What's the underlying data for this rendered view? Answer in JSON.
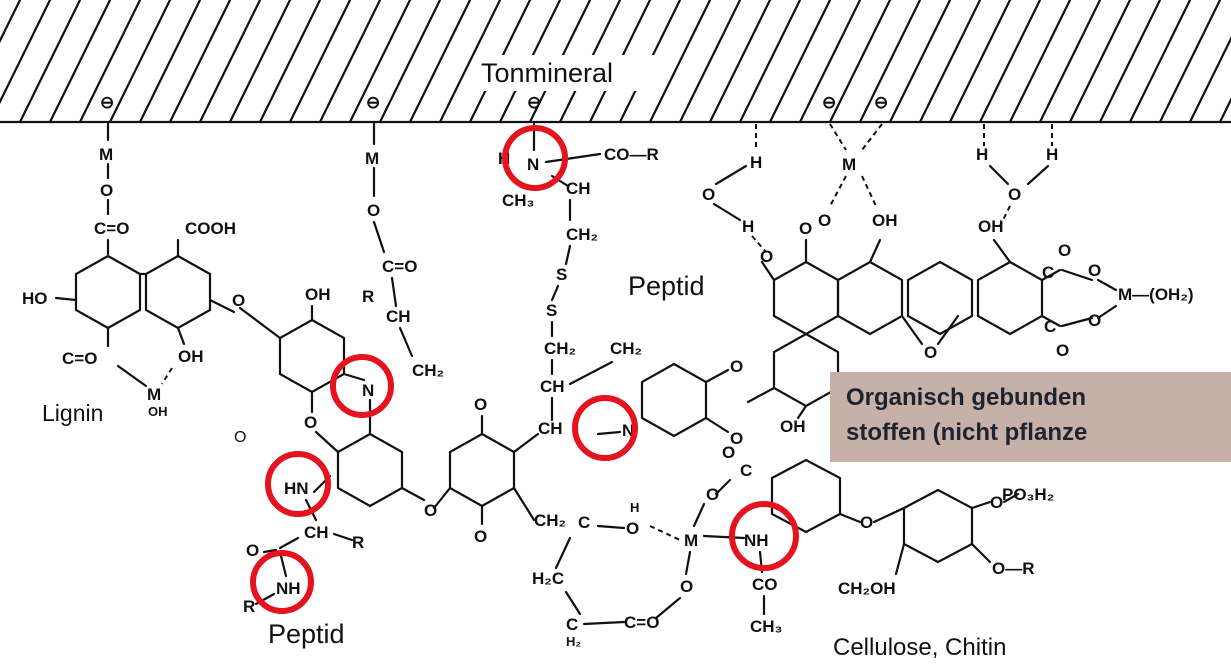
{
  "labels": {
    "surface": "Tonmineral",
    "lignin": "Lignin",
    "peptide_left": "Peptid",
    "peptide_middle": "Peptid",
    "cellulose": "Cellulose, Chitin"
  },
  "callout": {
    "line1": "Organisch gebunden",
    "line2": "stoffen (nicht pflanze"
  },
  "atoms": {
    "charge": "⊖",
    "metal": "M",
    "oxygen": "O",
    "hydrogen": "H",
    "carbonyl": "C=O",
    "carboxyl": "COOH",
    "hydroxyl": "OH",
    "hydroxyl_left": "HO",
    "ch2": "CH₂",
    "ch": "CH",
    "ch3": "CH₃",
    "co_r": "CO—R",
    "sulfur": "S",
    "nitrogen": "N",
    "amine": "NH",
    "amine_h": "HN",
    "r_group": "R",
    "co": "CO",
    "oh2": "M—(OH₂)",
    "ch2oh": "CH₂OH",
    "phosphate": "PO₃H₂",
    "o_r": "O—R"
  },
  "colors": {
    "highlight": "#e5131d",
    "callout_bg": "#c7b0a8",
    "callout_text": "#1d2430"
  }
}
